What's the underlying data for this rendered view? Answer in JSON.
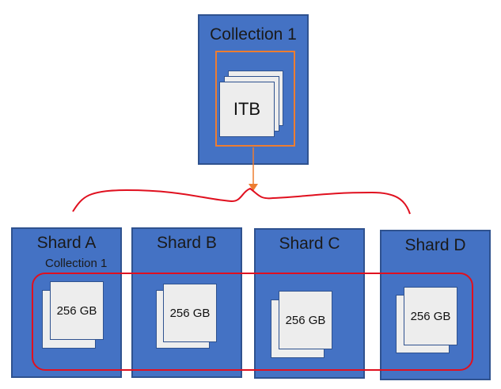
{
  "collection": {
    "title": "Collection 1",
    "size": "ITB"
  },
  "shards": [
    {
      "title": "Shard A",
      "size": "256 GB",
      "subtitle": "Collection 1"
    },
    {
      "title": "Shard B",
      "size": "256 GB"
    },
    {
      "title": "Shard C",
      "size": "256 GB"
    },
    {
      "title": "Shard D",
      "size": "256 GB"
    }
  ],
  "colors": {
    "box_fill": "#4472C4",
    "box_border": "#2F528F",
    "page_fill": "#EDEDED",
    "orange": "#ED7D31",
    "red": "#E0101F"
  }
}
